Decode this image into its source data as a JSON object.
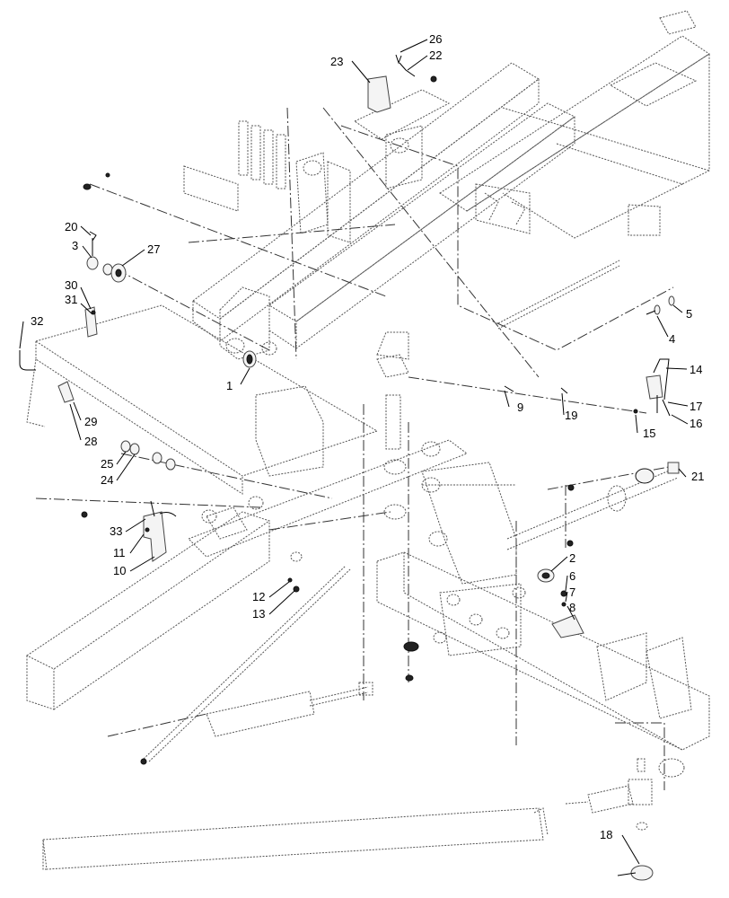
{
  "diagram": {
    "callouts": [
      {
        "id": "1",
        "label": "1"
      },
      {
        "id": "2",
        "label": "2"
      },
      {
        "id": "3",
        "label": "3"
      },
      {
        "id": "4",
        "label": "4"
      },
      {
        "id": "5",
        "label": "5"
      },
      {
        "id": "6",
        "label": "6"
      },
      {
        "id": "7",
        "label": "7"
      },
      {
        "id": "8",
        "label": "8"
      },
      {
        "id": "9",
        "label": "9"
      },
      {
        "id": "10",
        "label": "10"
      },
      {
        "id": "11",
        "label": "11"
      },
      {
        "id": "12",
        "label": "12"
      },
      {
        "id": "13",
        "label": "13"
      },
      {
        "id": "14",
        "label": "14"
      },
      {
        "id": "15",
        "label": "15"
      },
      {
        "id": "16",
        "label": "16"
      },
      {
        "id": "17",
        "label": "17"
      },
      {
        "id": "18",
        "label": "18"
      },
      {
        "id": "19",
        "label": "19"
      },
      {
        "id": "20",
        "label": "20"
      },
      {
        "id": "21",
        "label": "21"
      },
      {
        "id": "22",
        "label": "22"
      },
      {
        "id": "23",
        "label": "23"
      },
      {
        "id": "24",
        "label": "24"
      },
      {
        "id": "25",
        "label": "25"
      },
      {
        "id": "26",
        "label": "26"
      },
      {
        "id": "27",
        "label": "27"
      },
      {
        "id": "28",
        "label": "28"
      },
      {
        "id": "29",
        "label": "29"
      },
      {
        "id": "30",
        "label": "30"
      },
      {
        "id": "31",
        "label": "31"
      },
      {
        "id": "32",
        "label": "32"
      },
      {
        "id": "33",
        "label": "33"
      }
    ]
  }
}
